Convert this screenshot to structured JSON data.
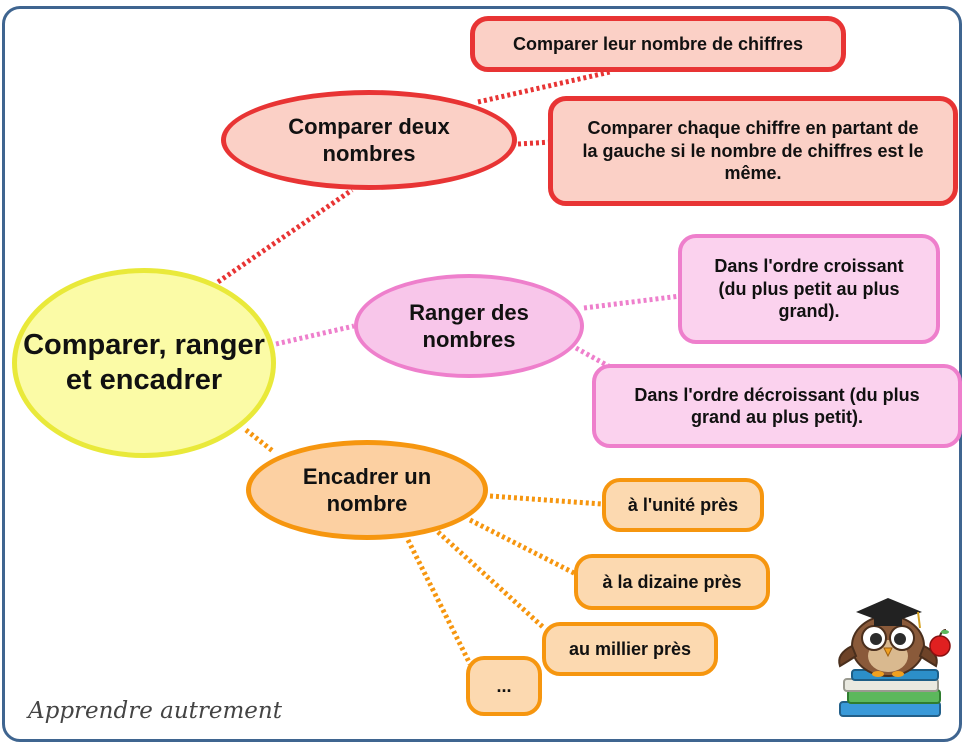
{
  "center": {
    "label": "Comparer, ranger et encadrer"
  },
  "branches": {
    "compare": {
      "label": "Comparer deux nombres",
      "children": [
        "Comparer leur nombre de chiffres",
        "Comparer chaque chiffre en partant de la gauche si le nombre de chiffres est le même."
      ]
    },
    "order": {
      "label": "Ranger des nombres",
      "children": [
        "Dans l'ordre croissant (du plus petit au plus grand).",
        "Dans l'ordre décroissant (du plus grand au plus petit)."
      ]
    },
    "frame": {
      "label": "Encadrer un nombre",
      "children": [
        "à l'unité près",
        "à la dizaine près",
        "au millier près",
        "..."
      ]
    }
  },
  "footer": {
    "text": "Apprendre autrement"
  },
  "colors": {
    "center": "#e9e93a",
    "compare": "#e83434",
    "order": "#ee7fcc",
    "frame": "#f6960f",
    "frame_border": "#3f6590"
  },
  "icons": {
    "mascot": "owl-graduate-icon"
  }
}
